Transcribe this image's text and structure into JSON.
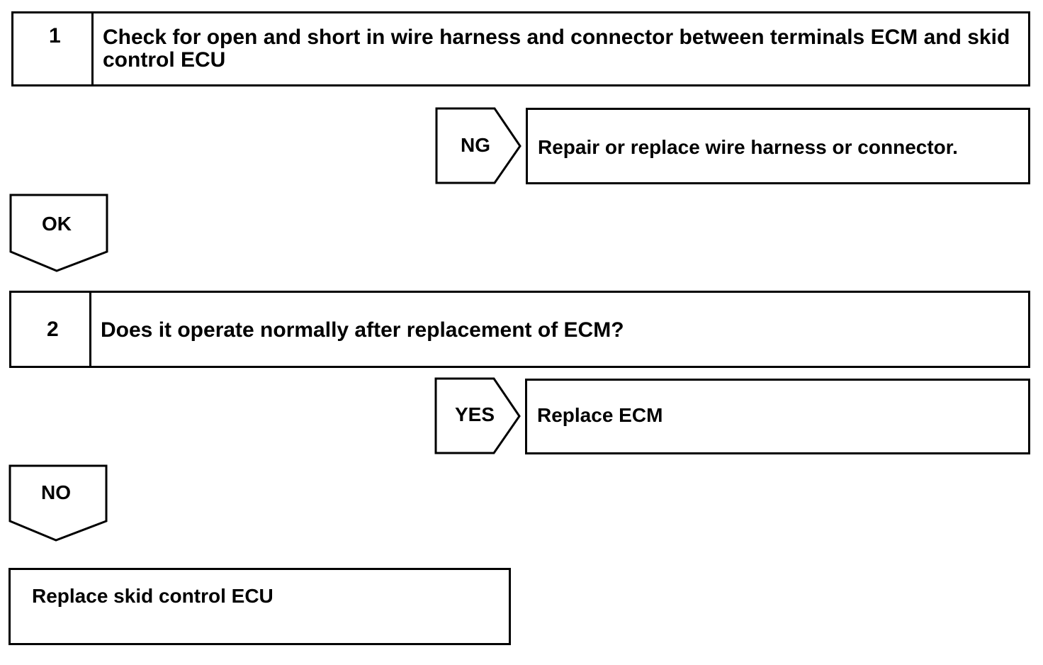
{
  "steps": [
    {
      "number": "1",
      "text": "Check for open and short in wire harness and connector between terminals ECM and skid control ECU",
      "fail_label": "NG",
      "fail_result": "Repair or replace wire harness or connector.",
      "pass_label": "OK"
    },
    {
      "number": "2",
      "text": "Does it operate normally after replacement of ECM?",
      "yes_label": "YES",
      "yes_result": "Replace ECM",
      "no_label": "NO"
    }
  ],
  "final_result": "Replace skid control ECU",
  "colors": {
    "ink": "#000000",
    "paper": "#ffffff"
  }
}
